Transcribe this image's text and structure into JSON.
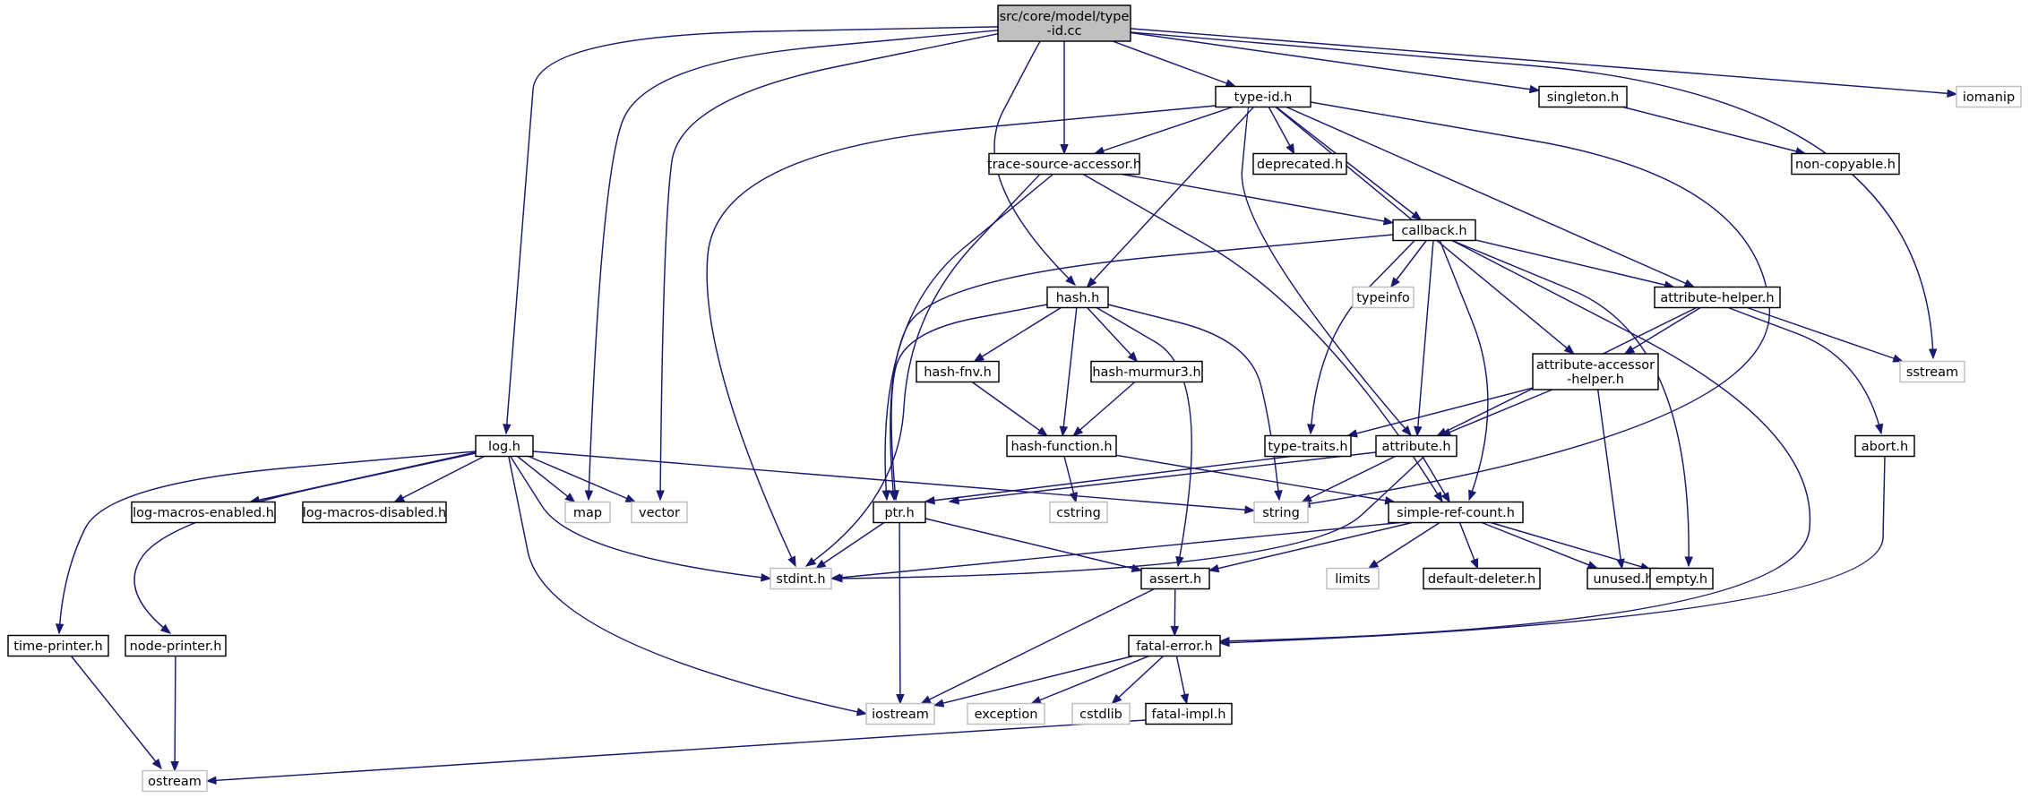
{
  "graph": {
    "root": "n_root",
    "nodes": [
      {
        "id": "n_root",
        "lines": [
          "src/core/model/type",
          "-id.cc"
        ],
        "kind": "root"
      },
      {
        "id": "n_typeid",
        "lines": [
          "type-id.h"
        ],
        "kind": "internal"
      },
      {
        "id": "n_singleton",
        "lines": [
          "singleton.h"
        ],
        "kind": "internal"
      },
      {
        "id": "n_iomanip",
        "lines": [
          "iomanip"
        ],
        "kind": "external"
      },
      {
        "id": "n_tsa",
        "lines": [
          "trace-source-accessor.h"
        ],
        "kind": "internal"
      },
      {
        "id": "n_deprecated",
        "lines": [
          "deprecated.h"
        ],
        "kind": "internal"
      },
      {
        "id": "n_noncopyable",
        "lines": [
          "non-copyable.h"
        ],
        "kind": "internal"
      },
      {
        "id": "n_callback",
        "lines": [
          "callback.h"
        ],
        "kind": "internal"
      },
      {
        "id": "n_hash",
        "lines": [
          "hash.h"
        ],
        "kind": "internal"
      },
      {
        "id": "n_typeinfo",
        "lines": [
          "typeinfo"
        ],
        "kind": "external"
      },
      {
        "id": "n_attrhelper",
        "lines": [
          "attribute-helper.h"
        ],
        "kind": "internal"
      },
      {
        "id": "n_sstream",
        "lines": [
          "sstream"
        ],
        "kind": "external"
      },
      {
        "id": "n_hashfnv",
        "lines": [
          "hash-fnv.h"
        ],
        "kind": "internal"
      },
      {
        "id": "n_hashmurmur",
        "lines": [
          "hash-murmur3.h"
        ],
        "kind": "internal"
      },
      {
        "id": "n_attraccessor",
        "lines": [
          "attribute-accessor",
          "-helper.h"
        ],
        "kind": "internal"
      },
      {
        "id": "n_log",
        "lines": [
          "log.h"
        ],
        "kind": "internal"
      },
      {
        "id": "n_hashfunction",
        "lines": [
          "hash-function.h"
        ],
        "kind": "internal"
      },
      {
        "id": "n_typetraits",
        "lines": [
          "type-traits.h"
        ],
        "kind": "internal"
      },
      {
        "id": "n_attribute",
        "lines": [
          "attribute.h"
        ],
        "kind": "internal"
      },
      {
        "id": "n_abort",
        "lines": [
          "abort.h"
        ],
        "kind": "internal"
      },
      {
        "id": "n_logenabled",
        "lines": [
          "log-macros-enabled.h"
        ],
        "kind": "internal"
      },
      {
        "id": "n_logdisabled",
        "lines": [
          "log-macros-disabled.h"
        ],
        "kind": "internal"
      },
      {
        "id": "n_map",
        "lines": [
          "map"
        ],
        "kind": "external"
      },
      {
        "id": "n_vector",
        "lines": [
          "vector"
        ],
        "kind": "external"
      },
      {
        "id": "n_ptr",
        "lines": [
          "ptr.h"
        ],
        "kind": "internal"
      },
      {
        "id": "n_cstring",
        "lines": [
          "cstring"
        ],
        "kind": "external"
      },
      {
        "id": "n_string",
        "lines": [
          "string"
        ],
        "kind": "external"
      },
      {
        "id": "n_srefcount",
        "lines": [
          "simple-ref-count.h"
        ],
        "kind": "internal"
      },
      {
        "id": "n_stdint",
        "lines": [
          "stdint.h"
        ],
        "kind": "external"
      },
      {
        "id": "n_assert",
        "lines": [
          "assert.h"
        ],
        "kind": "internal"
      },
      {
        "id": "n_limits",
        "lines": [
          "limits"
        ],
        "kind": "external"
      },
      {
        "id": "n_defdeleter",
        "lines": [
          "default-deleter.h"
        ],
        "kind": "internal"
      },
      {
        "id": "n_unused",
        "lines": [
          "unused.h"
        ],
        "kind": "internal"
      },
      {
        "id": "n_empty",
        "lines": [
          "empty.h"
        ],
        "kind": "internal"
      },
      {
        "id": "n_timeprinter",
        "lines": [
          "time-printer.h"
        ],
        "kind": "internal"
      },
      {
        "id": "n_nodeprinter",
        "lines": [
          "node-printer.h"
        ],
        "kind": "internal"
      },
      {
        "id": "n_fatalerror",
        "lines": [
          "fatal-error.h"
        ],
        "kind": "internal"
      },
      {
        "id": "n_iostream",
        "lines": [
          "iostream"
        ],
        "kind": "external"
      },
      {
        "id": "n_exception",
        "lines": [
          "exception"
        ],
        "kind": "external"
      },
      {
        "id": "n_cstdlib",
        "lines": [
          "cstdlib"
        ],
        "kind": "external"
      },
      {
        "id": "n_fatalimpl",
        "lines": [
          "fatal-impl.h"
        ],
        "kind": "internal"
      },
      {
        "id": "n_ostream",
        "lines": [
          "ostream"
        ],
        "kind": "external"
      }
    ],
    "edges": [
      [
        "n_root",
        "n_typeid"
      ],
      [
        "n_root",
        "n_singleton"
      ],
      [
        "n_root",
        "n_iomanip"
      ],
      [
        "n_root",
        "n_tsa"
      ],
      [
        "n_root",
        "n_hash"
      ],
      [
        "n_root",
        "n_log"
      ],
      [
        "n_root",
        "n_map"
      ],
      [
        "n_root",
        "n_vector"
      ],
      [
        "n_root",
        "n_sstream"
      ],
      [
        "n_typeid",
        "n_tsa"
      ],
      [
        "n_typeid",
        "n_deprecated"
      ],
      [
        "n_typeid",
        "n_callback"
      ],
      [
        "n_typeid",
        "n_hash"
      ],
      [
        "n_typeid",
        "n_attrhelper"
      ],
      [
        "n_typeid",
        "n_attraccessor"
      ],
      [
        "n_typeid",
        "n_attribute"
      ],
      [
        "n_typeid",
        "n_string"
      ],
      [
        "n_typeid",
        "n_stdint"
      ],
      [
        "n_singleton",
        "n_noncopyable"
      ],
      [
        "n_tsa",
        "n_callback"
      ],
      [
        "n_tsa",
        "n_ptr"
      ],
      [
        "n_tsa",
        "n_srefcount"
      ],
      [
        "n_tsa",
        "n_stdint"
      ],
      [
        "n_callback",
        "n_typeinfo"
      ],
      [
        "n_callback",
        "n_attrhelper"
      ],
      [
        "n_callback",
        "n_typetraits"
      ],
      [
        "n_callback",
        "n_attribute"
      ],
      [
        "n_callback",
        "n_ptr"
      ],
      [
        "n_callback",
        "n_srefcount"
      ],
      [
        "n_callback",
        "n_empty"
      ],
      [
        "n_callback",
        "n_fatalerror"
      ],
      [
        "n_hash",
        "n_hashfnv"
      ],
      [
        "n_hash",
        "n_hashmurmur"
      ],
      [
        "n_hash",
        "n_hashfunction"
      ],
      [
        "n_hash",
        "n_ptr"
      ],
      [
        "n_hash",
        "n_string"
      ],
      [
        "n_hash",
        "n_assert"
      ],
      [
        "n_hashfnv",
        "n_hashfunction"
      ],
      [
        "n_hashmurmur",
        "n_hashfunction"
      ],
      [
        "n_hashfunction",
        "n_cstring"
      ],
      [
        "n_hashfunction",
        "n_srefcount"
      ],
      [
        "n_attrhelper",
        "n_sstream"
      ],
      [
        "n_attrhelper",
        "n_attraccessor"
      ],
      [
        "n_attrhelper",
        "n_attribute"
      ],
      [
        "n_attrhelper",
        "n_abort"
      ],
      [
        "n_attraccessor",
        "n_typetraits"
      ],
      [
        "n_attraccessor",
        "n_attribute"
      ],
      [
        "n_attraccessor",
        "n_unused"
      ],
      [
        "n_typetraits",
        "n_ptr"
      ],
      [
        "n_attribute",
        "n_ptr"
      ],
      [
        "n_attribute",
        "n_string"
      ],
      [
        "n_attribute",
        "n_srefcount"
      ],
      [
        "n_attribute",
        "n_stdint"
      ],
      [
        "n_abort",
        "n_fatalerror"
      ],
      [
        "n_log",
        "n_logenabled"
      ],
      [
        "n_log",
        "n_logdisabled"
      ],
      [
        "n_log",
        "n_map"
      ],
      [
        "n_log",
        "n_vector"
      ],
      [
        "n_log",
        "n_string"
      ],
      [
        "n_log",
        "n_stdint"
      ],
      [
        "n_log",
        "n_iostream"
      ],
      [
        "n_log",
        "n_timeprinter"
      ],
      [
        "n_log",
        "n_nodeprinter"
      ],
      [
        "n_ptr",
        "n_stdint"
      ],
      [
        "n_ptr",
        "n_assert"
      ],
      [
        "n_ptr",
        "n_iostream"
      ],
      [
        "n_srefcount",
        "n_stdint"
      ],
      [
        "n_srefcount",
        "n_assert"
      ],
      [
        "n_srefcount",
        "n_limits"
      ],
      [
        "n_srefcount",
        "n_defdeleter"
      ],
      [
        "n_srefcount",
        "n_unused"
      ],
      [
        "n_srefcount",
        "n_empty"
      ],
      [
        "n_assert",
        "n_fatalerror"
      ],
      [
        "n_assert",
        "n_iostream"
      ],
      [
        "n_fatalerror",
        "n_iostream"
      ],
      [
        "n_fatalerror",
        "n_exception"
      ],
      [
        "n_fatalerror",
        "n_cstdlib"
      ],
      [
        "n_fatalerror",
        "n_fatalimpl"
      ],
      [
        "n_fatalimpl",
        "n_ostream"
      ],
      [
        "n_timeprinter",
        "n_ostream"
      ],
      [
        "n_nodeprinter",
        "n_ostream"
      ]
    ]
  }
}
